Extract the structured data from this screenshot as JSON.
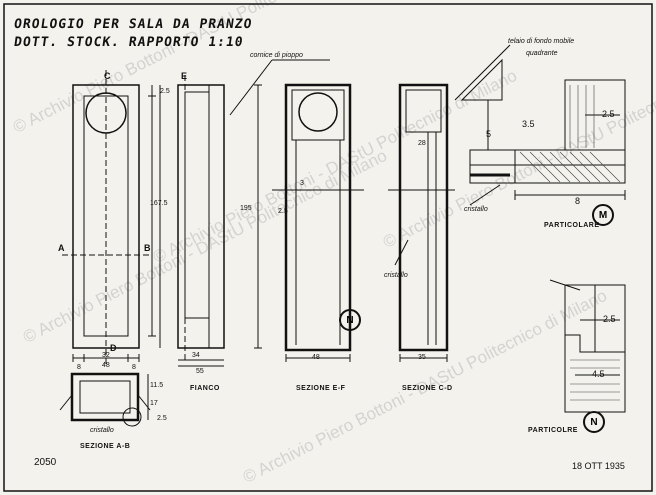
{
  "titles": {
    "line1": "OROLOGIO PER SALA DA PRANZO",
    "line2": "DOTT. STOCK. RAPPORTO 1:10"
  },
  "views": {
    "fianco": "FIANCO",
    "sezione_ef": "SEZIONE E-F",
    "sezione_cd": "SEZIONE C-D",
    "sezione_ab": "SEZIONE A-B",
    "particolare_m": "PARTICOLARE",
    "particolare_n": "PARTICOLRE"
  },
  "annotations": {
    "cornice": "cornice di pioppo",
    "telaio": "telaio di fondo mobile",
    "quadrante": "quadrante",
    "cristallo": "cristallo"
  },
  "section_letters": {
    "c": "C",
    "e": "E",
    "a": "A",
    "b": "B",
    "d": "D",
    "m": "M",
    "n": "N"
  },
  "dimensions": {
    "height_front": "167.5",
    "height_total": "195",
    "h_2_5": "2.5",
    "h_3_5": "3.5",
    "h_5": "5",
    "h_8": "8",
    "w_48": "48",
    "w_32": "32",
    "w_8": "8",
    "w_55": "55",
    "w_35": "35",
    "w_3": "3",
    "w_2_5": "2.5",
    "w_4_5": "4.5",
    "w_11_5": "11.5",
    "w_17": "17",
    "w_28": "28",
    "w_34": "34",
    "w_25": "2.5"
  },
  "footer": {
    "number": "2050",
    "date": "18 OTT 1935"
  },
  "watermark": "© Archivio Piero Bottoni - DAStU Politecnico di Milano"
}
